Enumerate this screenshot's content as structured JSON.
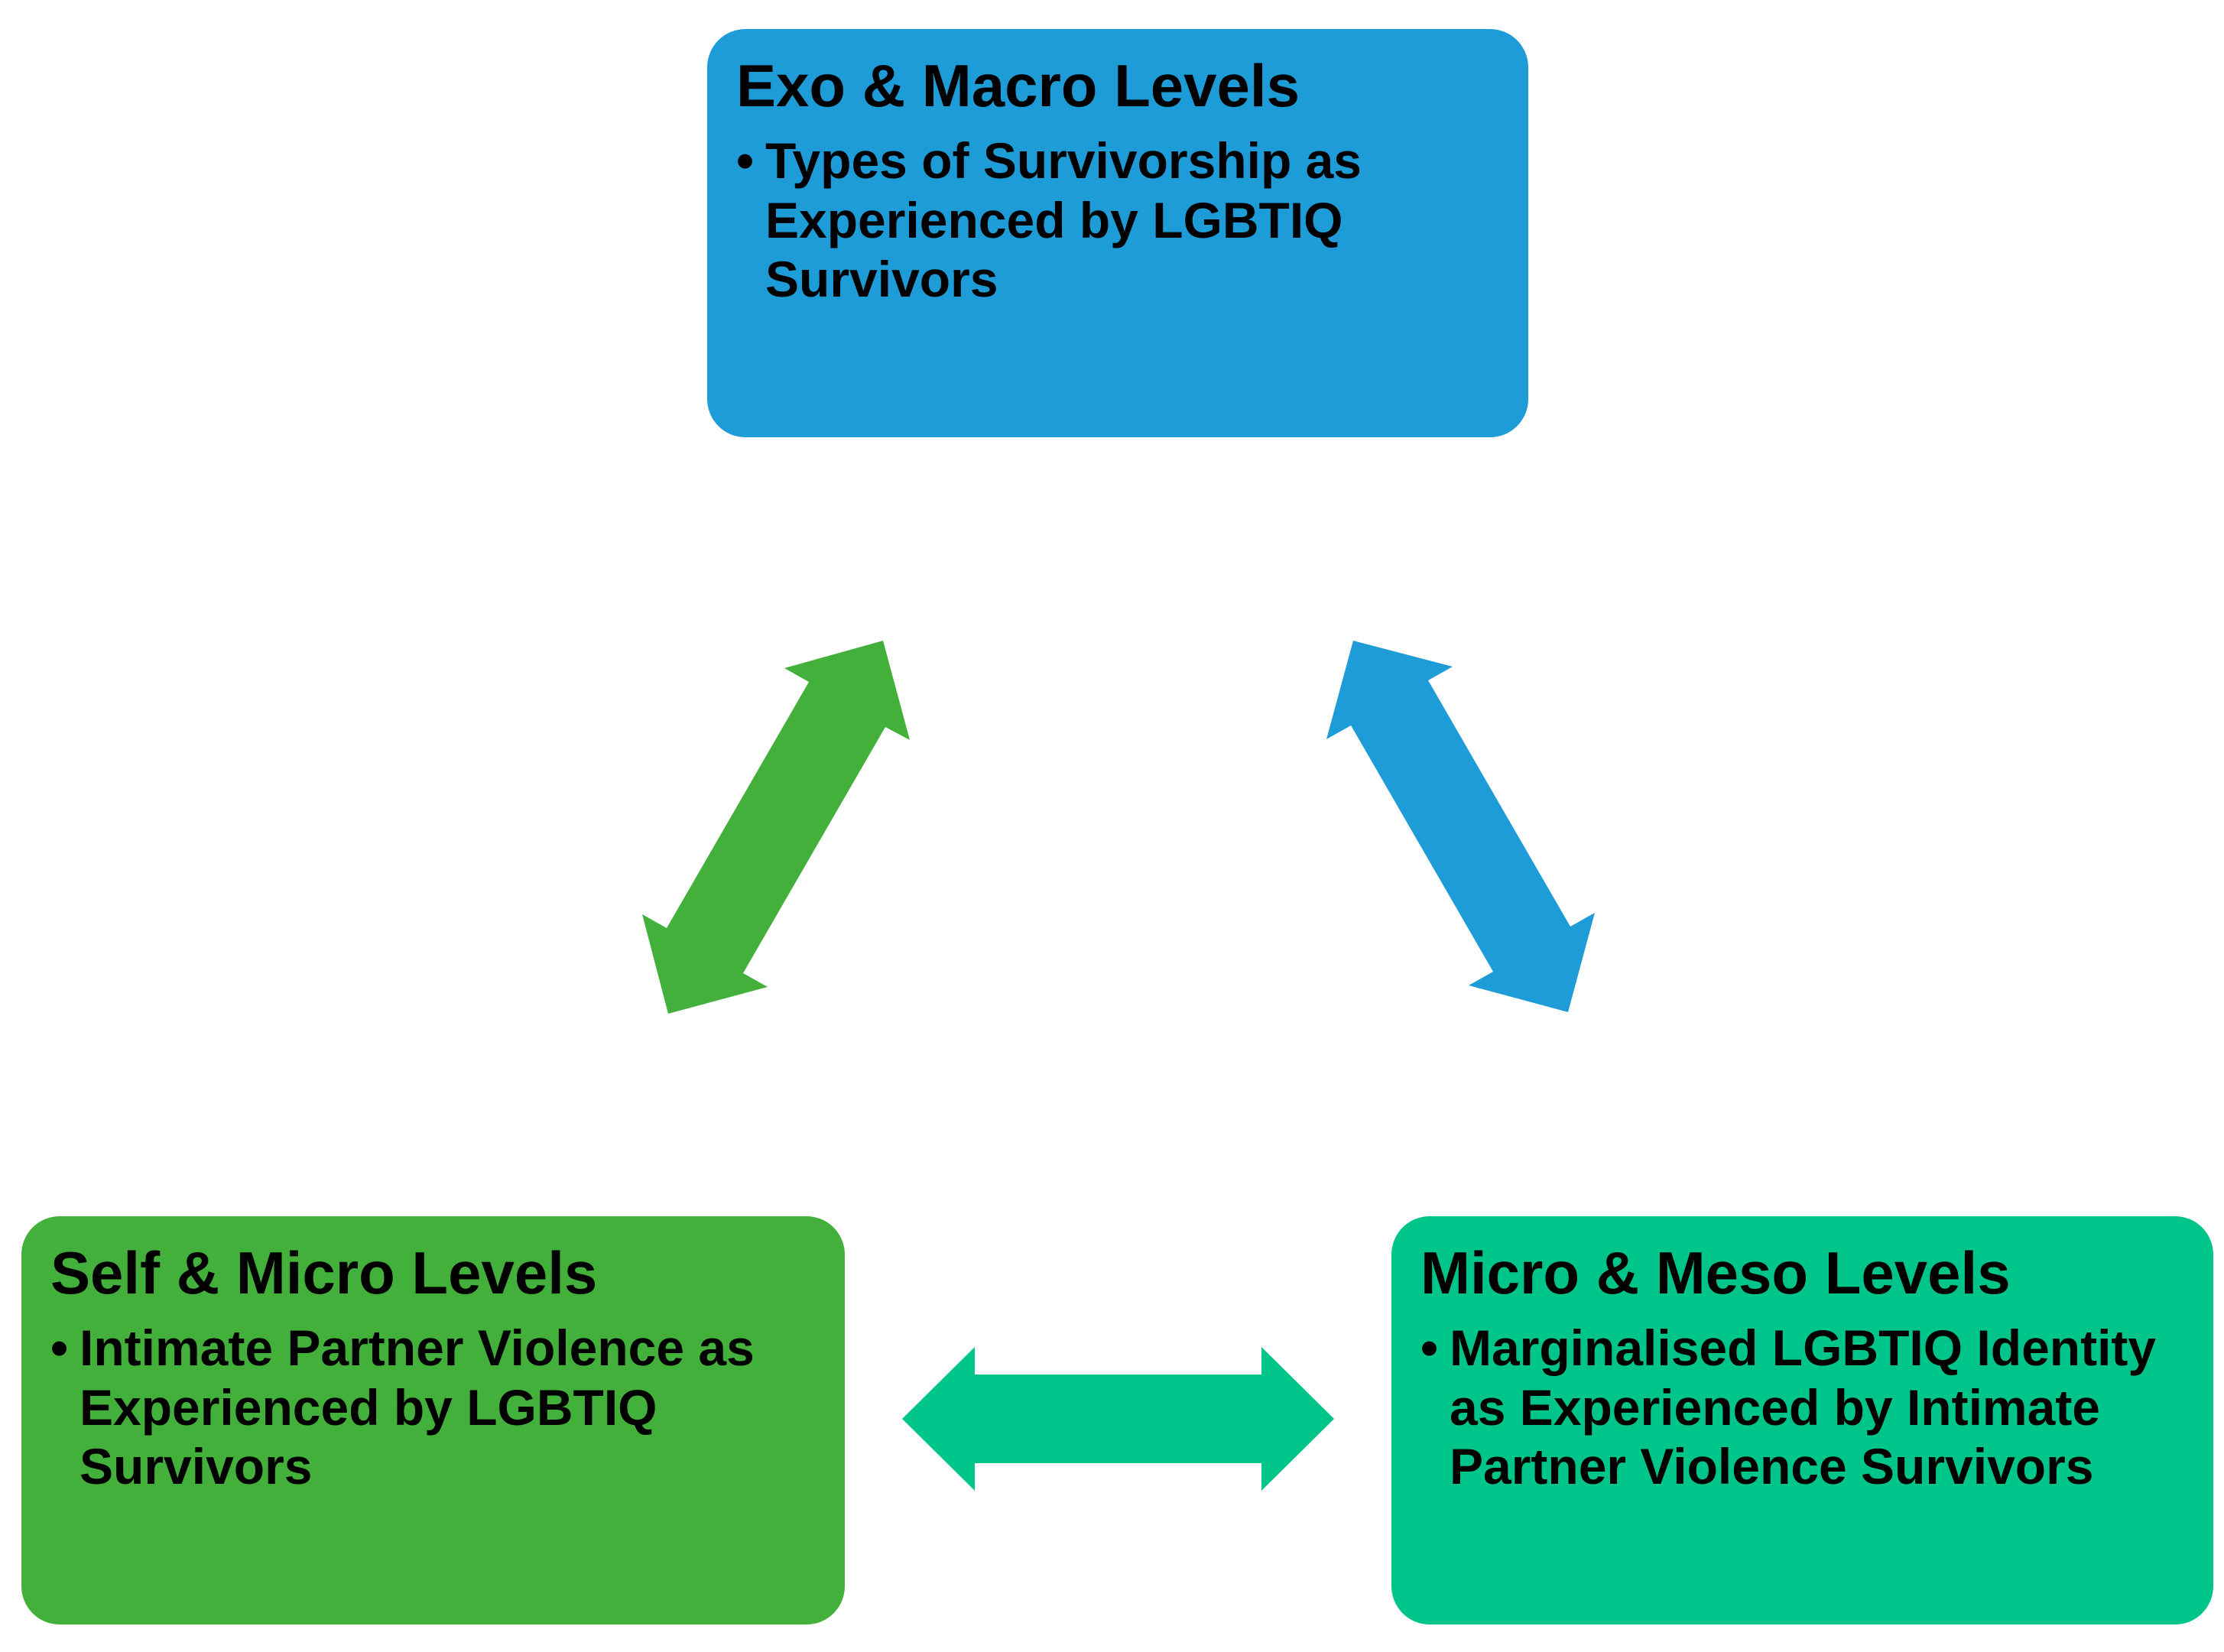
{
  "boxes": {
    "top": {
      "title": "Exo & Macro Levels",
      "items": [
        "Types of Survivorship as Experienced by LGBTIQ Survivors"
      ],
      "color": "#1E9CD8"
    },
    "left": {
      "title": "Self & Micro Levels",
      "items": [
        "Intimate Partner Violence as Experienced by LGBTIQ Survivors"
      ],
      "color": "#44B03C"
    },
    "right": {
      "title": "Micro & Meso Levels",
      "items": [
        "Marginalised LGBTIQ Identity as Experienced by Intimate Partner Violence Survivors"
      ],
      "color": "#00C58A"
    }
  },
  "bullet_glyph": "•",
  "connectors": [
    {
      "from": "left",
      "to": "top",
      "direction": "bidirectional",
      "color": "#44B03C"
    },
    {
      "from": "top",
      "to": "right",
      "direction": "bidirectional",
      "color": "#1E9CD8"
    },
    {
      "from": "left",
      "to": "right",
      "direction": "bidirectional",
      "color": "#00C58A"
    }
  ]
}
